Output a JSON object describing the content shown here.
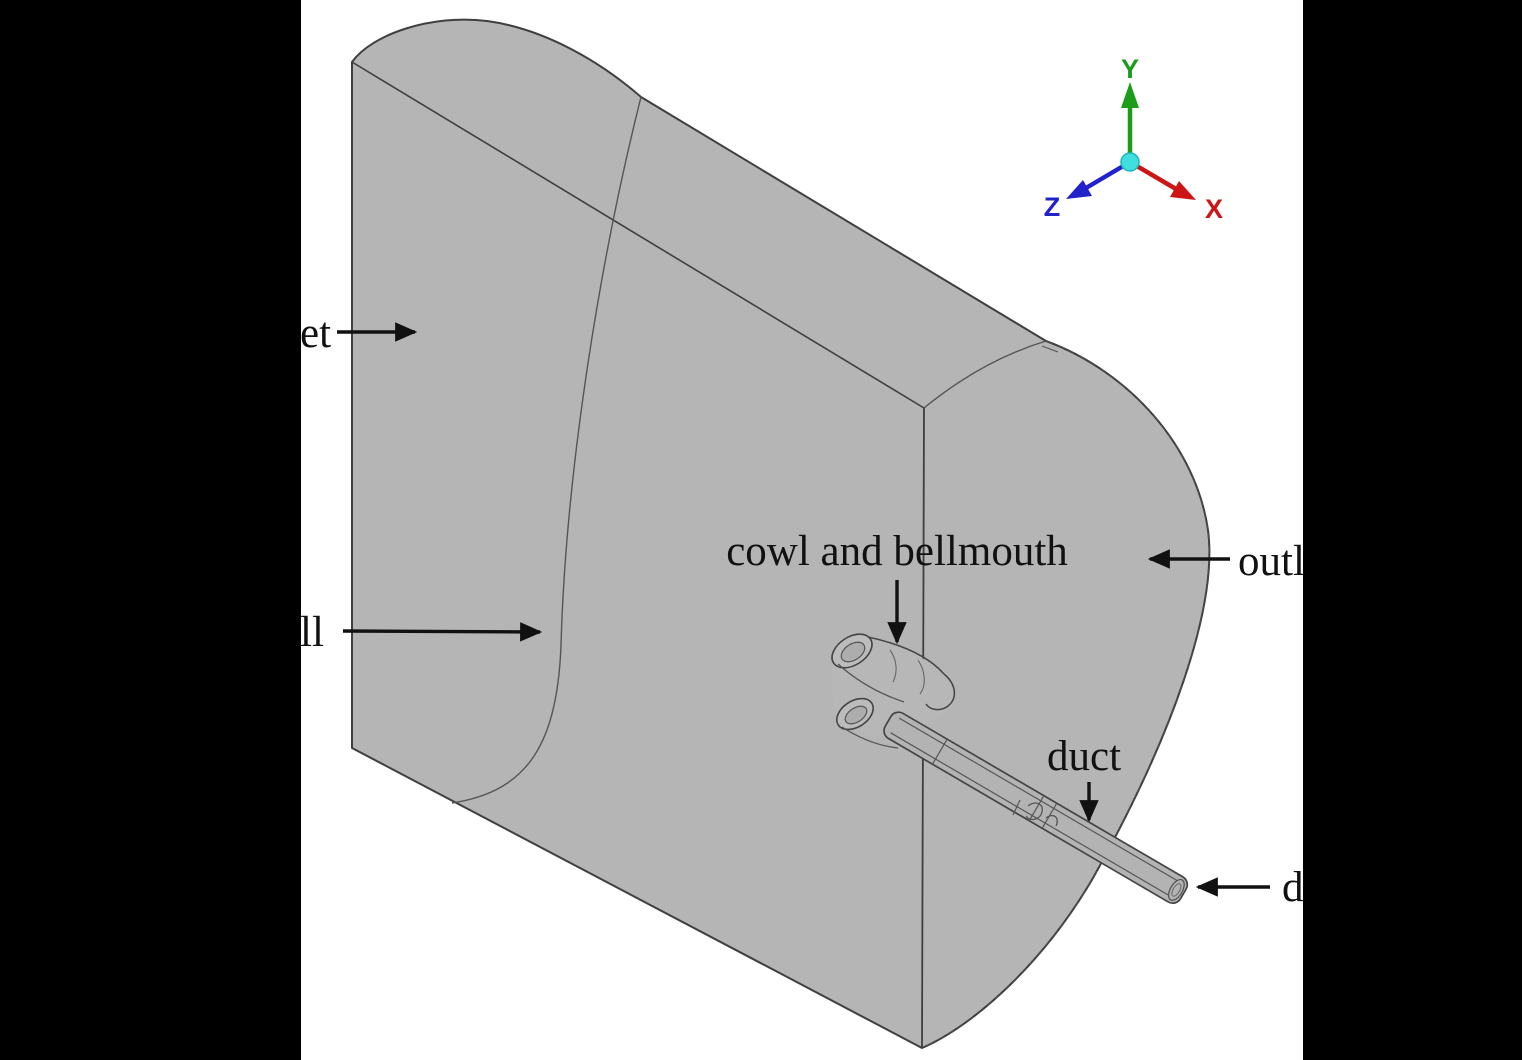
{
  "figure": {
    "description": "3D CAD view of a quarter-cylinder computational flow domain with cowl, bellmouth and duct geometry",
    "colors": {
      "background": "#ffffff",
      "letterbox": "#000000",
      "body_fill": "#b5b5b5",
      "body_fill_light": "#bcbcbc",
      "edge": "#3f3f3f",
      "thin_edge": "#555555",
      "label_text": "#111111"
    },
    "labels": {
      "inlet_partial": {
        "text": "et",
        "arrow_direction": "right"
      },
      "wall_partial": {
        "text": "ll",
        "arrow_direction": "right"
      },
      "cowl_bellmouth": {
        "text": "cowl and bellmouth",
        "arrow_direction": "down"
      },
      "duct": {
        "text": "duct",
        "arrow_direction": "down"
      },
      "outlet_partial": {
        "text": "outl",
        "arrow_direction": "left"
      },
      "duct_outlet_partial": {
        "text": "d",
        "arrow_direction": "left"
      }
    },
    "axis_triad": {
      "y": {
        "label": "Y",
        "color": "#1a9e1a",
        "direction": "up"
      },
      "x": {
        "label": "X",
        "color": "#cc1616",
        "direction": "lower-right"
      },
      "z": {
        "label": "Z",
        "color": "#2222cc",
        "direction": "lower-left"
      },
      "origin_color": "#40dede"
    }
  }
}
